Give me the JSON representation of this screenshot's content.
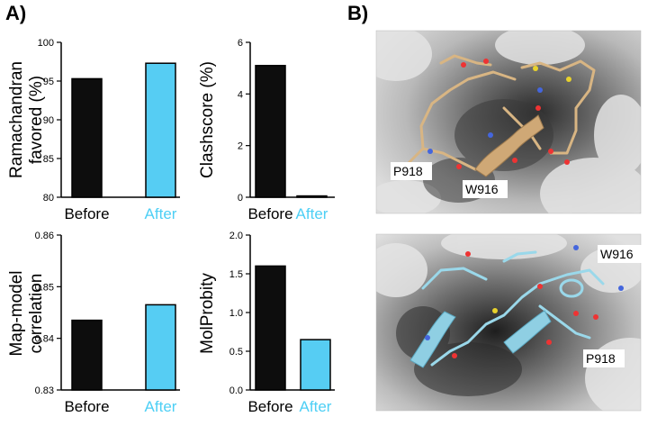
{
  "panels": {
    "a": "A)",
    "b": "B)"
  },
  "colors": {
    "before": "#0d0d0d",
    "after": "#56cdf3",
    "after_text": "#4dcff5",
    "tan": "#d8b583",
    "cyan": "#9ad8ea"
  },
  "chart_data": [
    {
      "type": "bar",
      "ylabel_lines": [
        "Ramachandran",
        "favored (%)"
      ],
      "categories": [
        "Before",
        "After"
      ],
      "values": [
        95.3,
        97.3
      ],
      "ylim": [
        80,
        100
      ],
      "yticks": [
        "80",
        "85",
        "90",
        "95",
        "100"
      ],
      "grid": false,
      "legend": "none"
    },
    {
      "type": "bar",
      "ylabel_lines": [
        "Clashscore (%)"
      ],
      "categories": [
        "Before",
        "After"
      ],
      "values": [
        5.1,
        0.05
      ],
      "ylim": [
        0,
        6
      ],
      "yticks": [
        "0",
        "2",
        "4",
        "6"
      ],
      "grid": false,
      "legend": "none"
    },
    {
      "type": "bar",
      "ylabel_lines": [
        "Map-model",
        "correlation"
      ],
      "categories": [
        "Before",
        "After"
      ],
      "values": [
        0.8435,
        0.8465
      ],
      "ylim": [
        0.83,
        0.86
      ],
      "yticks": [
        "0.83",
        "0.84",
        "0.85",
        "0.86"
      ],
      "grid": false,
      "legend": "none"
    },
    {
      "type": "bar",
      "ylabel_lines": [
        "MolProbity"
      ],
      "categories": [
        "Before",
        "After"
      ],
      "values": [
        1.6,
        0.65
      ],
      "ylim": [
        0,
        2
      ],
      "yticks": [
        "0.0",
        "0.5",
        "1.0",
        "1.5",
        "2.0"
      ],
      "grid": false,
      "legend": "none"
    }
  ],
  "structures": {
    "top": {
      "labels": [
        "P918",
        "W916"
      ]
    },
    "bottom": {
      "labels": [
        "W916",
        "P918"
      ]
    }
  }
}
